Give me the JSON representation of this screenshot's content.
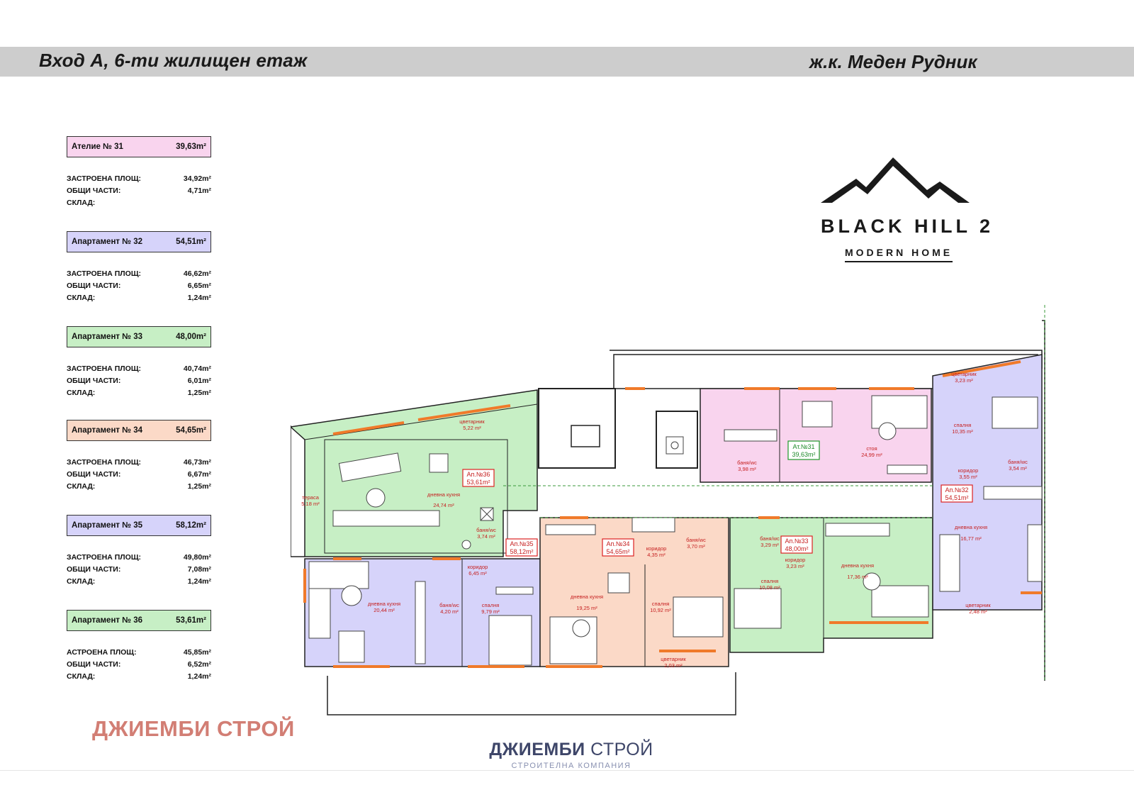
{
  "header": {
    "left_title": "Вход А, 6-ти жилищен етаж",
    "right_title": "ж.к. Меден Рудник"
  },
  "legend": [
    {
      "name": "Ателие № 31",
      "area": "39,63m²",
      "color": "#f9d4ee",
      "rows": [
        [
          "ЗАСТРОЕНА ПЛОЩ:",
          "34,92m²"
        ],
        [
          "ОБЩИ ЧАСТИ:",
          "4,71m²"
        ],
        [
          "СКЛАД:",
          ""
        ]
      ]
    },
    {
      "name": "Апартамент № 32",
      "area": "54,51m²",
      "color": "#d6d3fa",
      "rows": [
        [
          "ЗАСТРОЕНА ПЛОЩ:",
          "46,62m²"
        ],
        [
          "ОБЩИ ЧАСТИ:",
          "6,65m²"
        ],
        [
          "СКЛАД:",
          "1,24m²"
        ]
      ]
    },
    {
      "name": "Апартамент № 33",
      "area": "48,00m²",
      "color": "#c7efc5",
      "rows": [
        [
          "ЗАСТРОЕНА ПЛОЩ:",
          "40,74m²"
        ],
        [
          "ОБЩИ ЧАСТИ:",
          "6,01m²"
        ],
        [
          "СКЛАД:",
          "1,25m²"
        ]
      ]
    },
    {
      "name": "Апартамент № 34",
      "area": "54,65m²",
      "color": "#fbd9c7",
      "rows": [
        [
          "ЗАСТРОЕНА ПЛОЩ:",
          "46,73m²"
        ],
        [
          "ОБЩИ ЧАСТИ:",
          "6,67m²"
        ],
        [
          "СКЛАД:",
          "1,25m²"
        ]
      ]
    },
    {
      "name": "Апартамент № 35",
      "area": "58,12m²",
      "color": "#d6d3fa",
      "rows": [
        [
          "ЗАСТРОЕНА ПЛОЩ:",
          "49,80m²"
        ],
        [
          "ОБЩИ ЧАСТИ:",
          "7,08m²"
        ],
        [
          "СКЛАД:",
          "1,24m²"
        ]
      ]
    },
    {
      "name": "Апартамент № 36",
      "area": "53,61m²",
      "color": "#c7efc5",
      "rows": [
        [
          "АСТРОЕНА ПЛОЩ:",
          "45,85m²"
        ],
        [
          "ОБЩИ ЧАСТИ:",
          "6,52m²"
        ],
        [
          "СКЛАД:",
          "1,24m²"
        ]
      ]
    }
  ],
  "brand": {
    "name": "BLACK HILL 2",
    "sub": "MODERN HOME"
  },
  "company": {
    "red_text": "ДЖИЕМБИ СТРОЙ",
    "logo_main": "ДЖИЕМБИ",
    "logo_second": " СТРОЙ",
    "logo_tag": "СТРОИТЕЛНА КОМПАНИЯ"
  },
  "plan_labels": {
    "ap36": "Ап.№36",
    "ap36_area": "53,61m²",
    "ap35": "Ап.№35",
    "ap35_area": "58,12m²",
    "ap34": "Ап.№34",
    "ap34_area": "54,65m²",
    "ap33": "Ап.№33",
    "ap33_area": "48,00m²",
    "ap32": "Ап.№32",
    "ap32_area": "54,51m²",
    "at31": "Ат.№31",
    "at31_area": "39,63m²",
    "stoq": "стоя",
    "stoq_area": "24,99 m²",
    "banya31": "баня/wc",
    "banya31_area": "3,98 m²",
    "dnevna36": "дневна кухня",
    "dnevna36_area": "24,74 m²",
    "terasa": "тераса",
    "terasa_area": "5,18 m²",
    "cvetarnik36": "цветарник",
    "cvetarnik36_area": "5,22 m²",
    "banya36": "баня/wc",
    "banya36_area": "3,74 m²",
    "dnevna35": "дневна кухня",
    "dnevna35_area": "20,44 m²",
    "koridor35": "коридор",
    "koridor35_area": "6,45 m²",
    "banya35": "баня/wc",
    "banya35_area": "4,20 m²",
    "spalnya35": "спалня",
    "spalnya35_area": "9,79 m²",
    "dnevna34": "дневна кухня",
    "dnevna34_area": "19,25 m²",
    "koridor34": "коридор",
    "koridor34_area": "4,35 m²",
    "banya34": "баня/wc",
    "banya34_area": "3,70 m²",
    "spalnya34": "спалня",
    "spalnya34_area": "10,92 m²",
    "cvetarnik34": "цветарник",
    "cvetarnik34_area": "2,03 m²",
    "banya33": "баня/wc",
    "banya33_area": "3,29 m²",
    "koridor33": "коридор",
    "koridor33_area": "3,23 m²",
    "spalnya33": "спалня",
    "spalnya33_area": "10,08 m²",
    "dnevna33": "дневна кухня",
    "dnevna33_area": "17,36 m²",
    "cvetarnik32a": "цветарник",
    "cvetarnik32a_area": "3,23 m²",
    "spalnya32": "спалня",
    "spalnya32_area": "10,35 m²",
    "koridor32": "коридор",
    "koridor32_area": "3,55 m²",
    "banya32": "баня/wc",
    "banya32_area": "3,54 m²",
    "dnevna32": "дневна кухня",
    "dnevna32_area": "16,77 m²",
    "cvetarnik32b": "цветарник",
    "cvetarnik32b_area": "2,48 m²"
  }
}
